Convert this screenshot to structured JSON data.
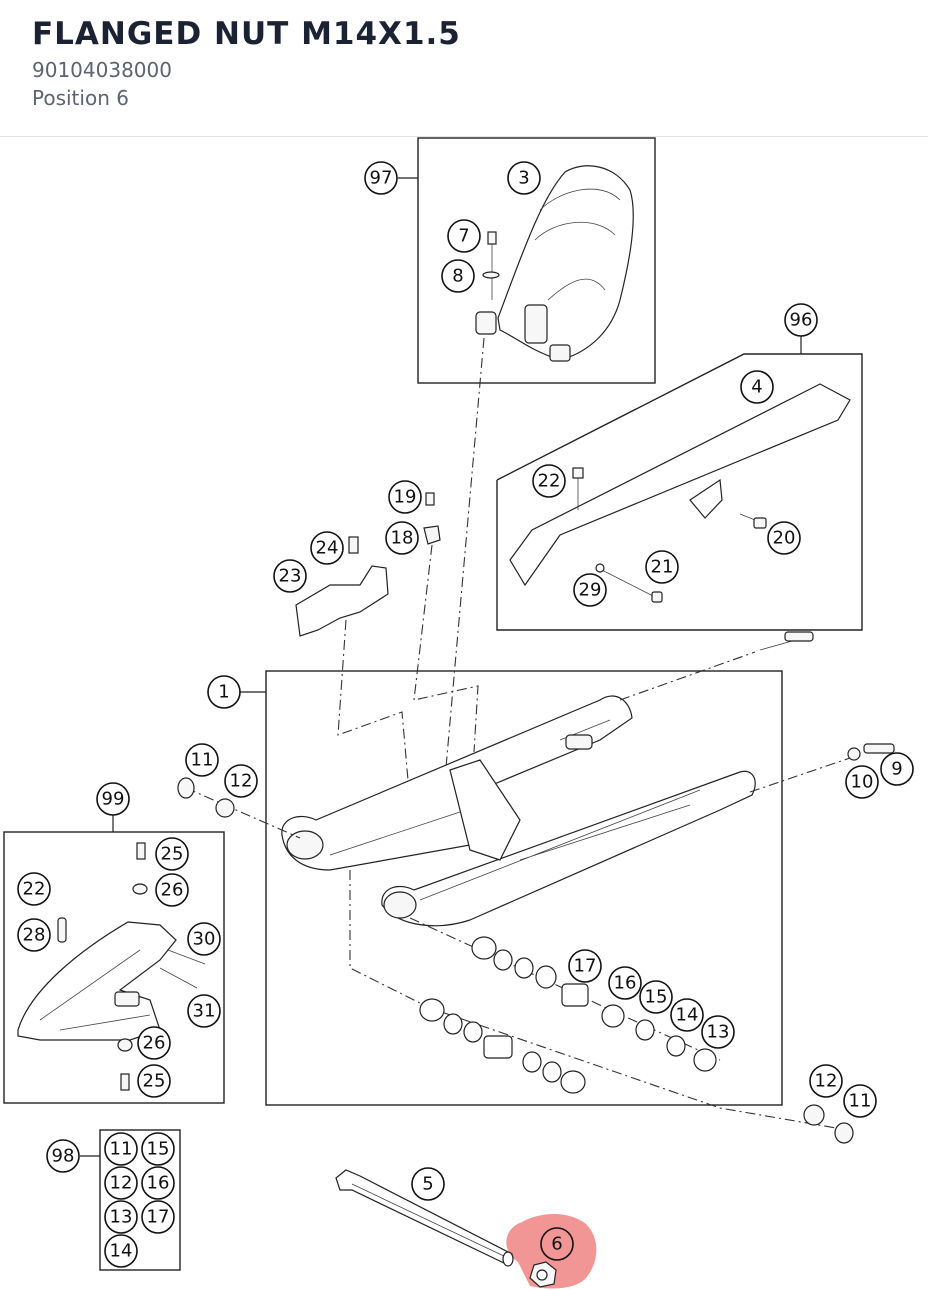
{
  "header": {
    "title": "FLANGED NUT M14X1.5",
    "part_number": "90104038000",
    "position": "Position 6"
  },
  "highlight": {
    "color": "#f08a8a",
    "label": "6"
  },
  "callouts": {
    "c97": "97",
    "c3": "3",
    "c7": "7",
    "c8": "8",
    "c96": "96",
    "c4": "4",
    "c22a": "22",
    "c20": "20",
    "c21": "21",
    "c29": "29",
    "c19": "19",
    "c18": "18",
    "c24": "24",
    "c23": "23",
    "c1": "1",
    "c11a": "11",
    "c12a": "12",
    "c10": "10",
    "c9": "9",
    "c99": "99",
    "c25a": "25",
    "c22b": "22",
    "c26a": "26",
    "c28": "28",
    "c30": "30",
    "c31": "31",
    "c26b": "26",
    "c25b": "25",
    "c17": "17",
    "c16": "16",
    "c15": "15",
    "c14": "14",
    "c13": "13",
    "c12b": "12",
    "c11b": "11",
    "c98": "98",
    "k11": "11",
    "k15": "15",
    "k12": "12",
    "k16": "16",
    "k13": "13",
    "k17": "17",
    "k14": "14",
    "c5": "5"
  }
}
